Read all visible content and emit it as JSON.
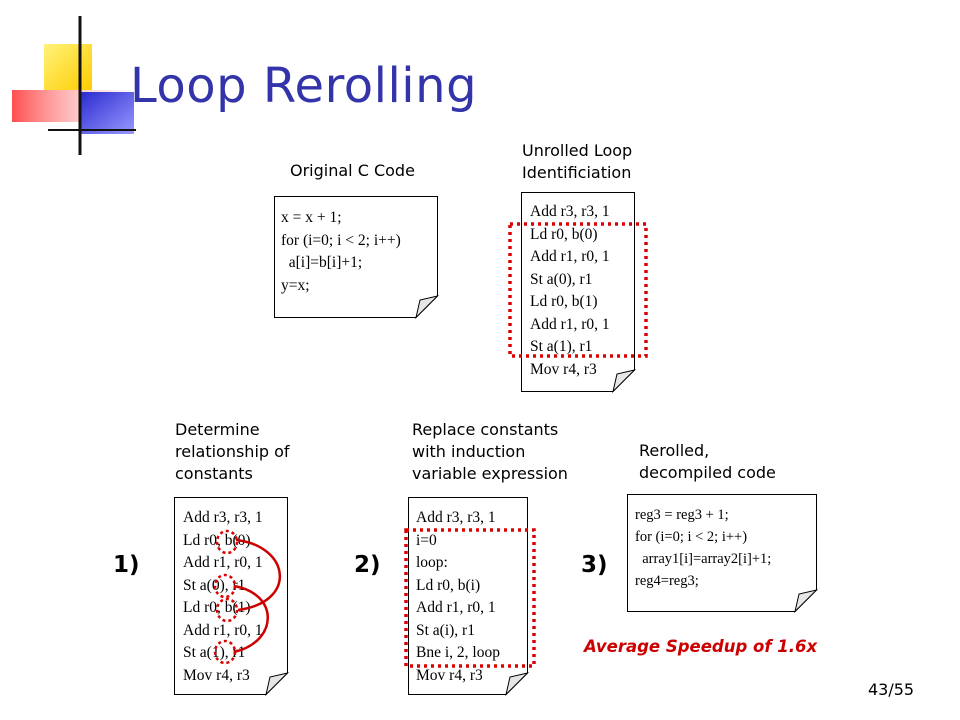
{
  "slide": {
    "title": "Loop Rerolling",
    "page_number": "43/55",
    "speedup_note": "Average Speedup of 1.6x"
  },
  "original": {
    "caption": "Original C Code",
    "lines": [
      "x = x + 1;",
      "for (i=0; i < 2; i++)",
      "  a[i]=b[i]+1;",
      "y=x;"
    ]
  },
  "unrolled": {
    "caption": [
      "Unrolled Loop",
      "Identificiation"
    ],
    "lines": [
      "Add r3, r3, 1",
      "Ld r0, b(0)",
      "Add r1, r0, 1",
      "St a(0), r1",
      "Ld r0, b(1)",
      "Add r1, r0, 1",
      "St a(1), r1",
      "Mov r4, r3"
    ]
  },
  "step1": {
    "number": "1)",
    "caption": [
      "Determine",
      "relationship of",
      "constants"
    ],
    "lines": [
      "Add r3, r3, 1",
      "Ld r0, b(0)",
      "Add r1, r0, 1",
      "St a(0), r1",
      "Ld r0, b(1)",
      "Add r1, r0, 1",
      "St a(1), r1",
      "Mov r4, r3"
    ]
  },
  "step2": {
    "number": "2)",
    "caption": [
      "Replace constants",
      "with induction",
      "variable expression"
    ],
    "lines": [
      "Add r3, r3, 1",
      "i=0",
      "loop:",
      "Ld r0, b(i)",
      "Add r1, r0, 1",
      "St a(i), r1",
      "Bne i, 2, loop",
      "Mov r4, r3"
    ]
  },
  "step3": {
    "number": "3)",
    "caption": [
      "Rerolled,",
      "decompiled code"
    ],
    "lines": [
      "reg3 = reg3 + 1;",
      "for (i=0; i < 2; i++)",
      "  array1[i]=array2[i]+1;",
      "reg4=reg3;"
    ]
  },
  "colors": {
    "title": "#3333aa",
    "highlight": "#cc0000",
    "logo_yellow": "#ffd700",
    "logo_blue": "#3333cc",
    "logo_red": "#ff3333"
  },
  "icons": [
    "slide-logo-icon",
    "curl-note-icon",
    "dotted-highlight",
    "link-arc"
  ]
}
